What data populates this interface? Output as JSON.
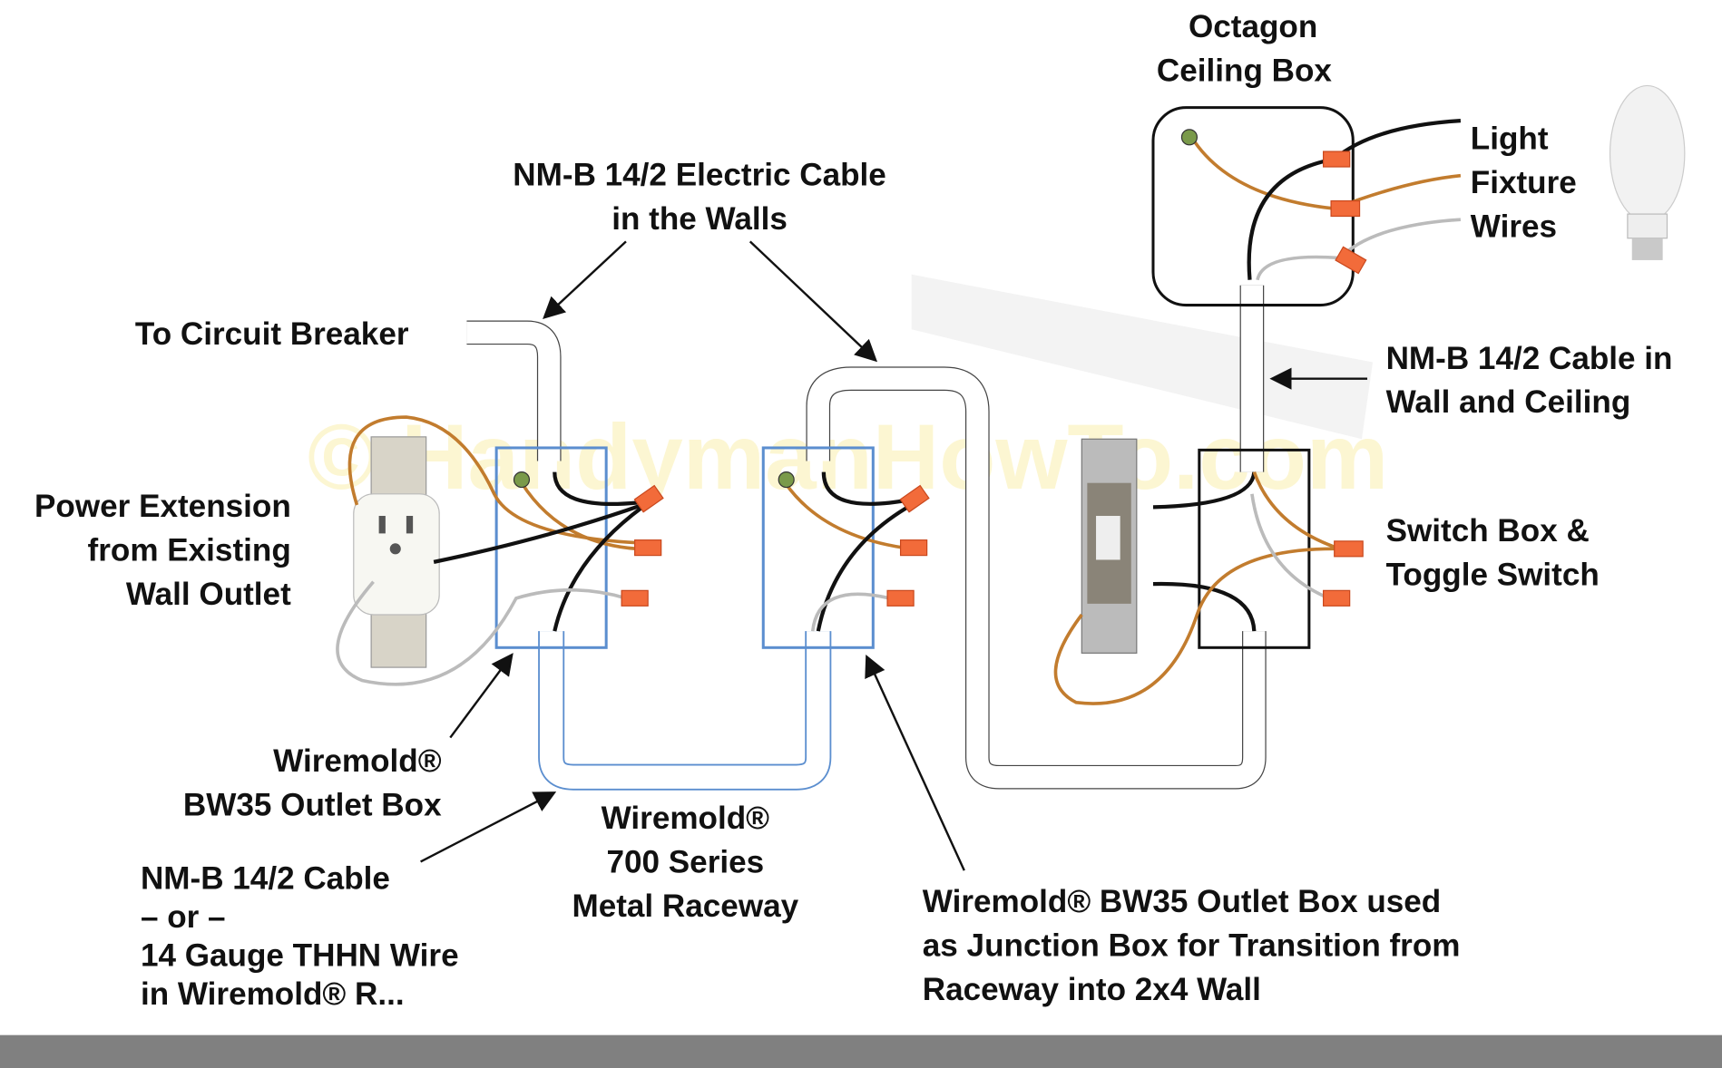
{
  "watermark": "© HandymanHowTo.com",
  "labels": {
    "octagon_box": [
      "Octagon",
      "Ceiling Box"
    ],
    "light_fixture": [
      "Light",
      "Fixture",
      "Wires"
    ],
    "nmb_walls": [
      "NM-B 14/2 Electric Cable",
      "in the Walls"
    ],
    "circuit_breaker": "To Circuit Breaker",
    "nmb_wall_ceiling": [
      "NM-B 14/2 Cable in",
      "Wall and Ceiling"
    ],
    "power_extension": [
      "Power Extension",
      "from Existing",
      "Wall Outlet"
    ],
    "switch_box": [
      "Switch Box &",
      "Toggle Switch"
    ],
    "outlet_box": [
      "Wiremold®",
      "BW35 Outlet Box"
    ],
    "raceway": [
      "Wiremold®",
      "700 Series",
      "Metal Raceway"
    ],
    "nmb_cable_or": [
      "NM-B 14/2 Cable",
      "– or –",
      "14 Gauge THHN Wire",
      "in Wiremold® R..."
    ],
    "junction_box": [
      "Wiremold® BW35 Outlet Box used",
      "as Junction Box for Transition from",
      "Raceway into 2x4 Wall"
    ]
  },
  "colors": {
    "raceway": "#5b8ecf",
    "hot_wire": "#111111",
    "neutral_wire": "#bbbbbb",
    "ground_wire": "#c27c2e",
    "wire_nut": "#f26b3a",
    "bottom_bar": "#808080"
  }
}
